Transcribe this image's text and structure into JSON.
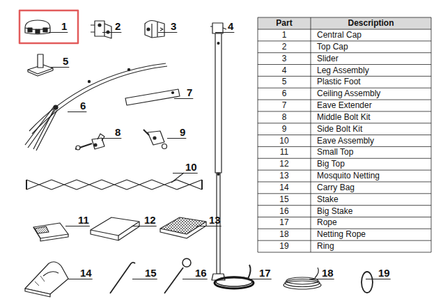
{
  "diagram": {
    "labels": [
      "1",
      "2",
      "3",
      "4",
      "5",
      "6",
      "7",
      "8",
      "9",
      "10",
      "11",
      "12",
      "13",
      "14",
      "15",
      "16",
      "17",
      "18",
      "19",
      "Part",
      "Description",
      "1",
      "Central Cap",
      "2",
      "Top Cap",
      "3",
      "Slider",
      "4",
      "Leg Assembly",
      "5",
      "Plastic Foot",
      "6",
      "Ceiling Assembly",
      "7",
      "Eave Extender",
      "8",
      "Middle Bolt Kit",
      "9",
      "Side Bolt Kit",
      "10",
      "Eave Assembly",
      "11",
      "Small Top",
      "12",
      "Big Top",
      "13",
      "Mosquito Netting",
      "14",
      "Carry Bag",
      "15",
      "Stake",
      "16",
      "Big Stake",
      "17",
      "Rope",
      "18",
      "Netting Rope",
      "19",
      "Ring"
    ]
  }
}
